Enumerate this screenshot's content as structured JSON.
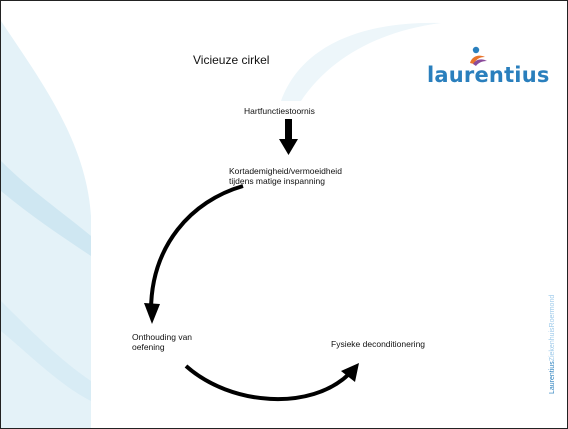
{
  "slide": {
    "title": "Vicieuze cirkel"
  },
  "logo": {
    "word": "laurentius"
  },
  "diagram": {
    "nodes": [
      {
        "id": "hartfunctie",
        "lines": [
          "Hartfunctiestoornis"
        ]
      },
      {
        "id": "kortademigheid",
        "lines": [
          "Kortademigheid/vermoeidheid",
          "tijdens matige inspanning"
        ]
      },
      {
        "id": "onthouding",
        "lines": [
          "Onthouding van",
          "oefening"
        ]
      },
      {
        "id": "deconditionering",
        "lines": [
          "Fysieke deconditionering"
        ]
      }
    ],
    "arrows": [
      {
        "from": "hartfunctie",
        "to": "kortademigheid"
      },
      {
        "from": "kortademigheid",
        "to": "onthouding"
      },
      {
        "from": "onthouding",
        "to": "deconditionering"
      }
    ]
  },
  "footer": {
    "brand_main": "Laurentius",
    "brand_sub": "ZiekenhuisRoermond"
  },
  "colors": {
    "accent_blue": "#2a7fbd",
    "light_blue": "#d4ebf4",
    "logo_orange": "#e8742a",
    "logo_purple": "#8a4a9a"
  }
}
